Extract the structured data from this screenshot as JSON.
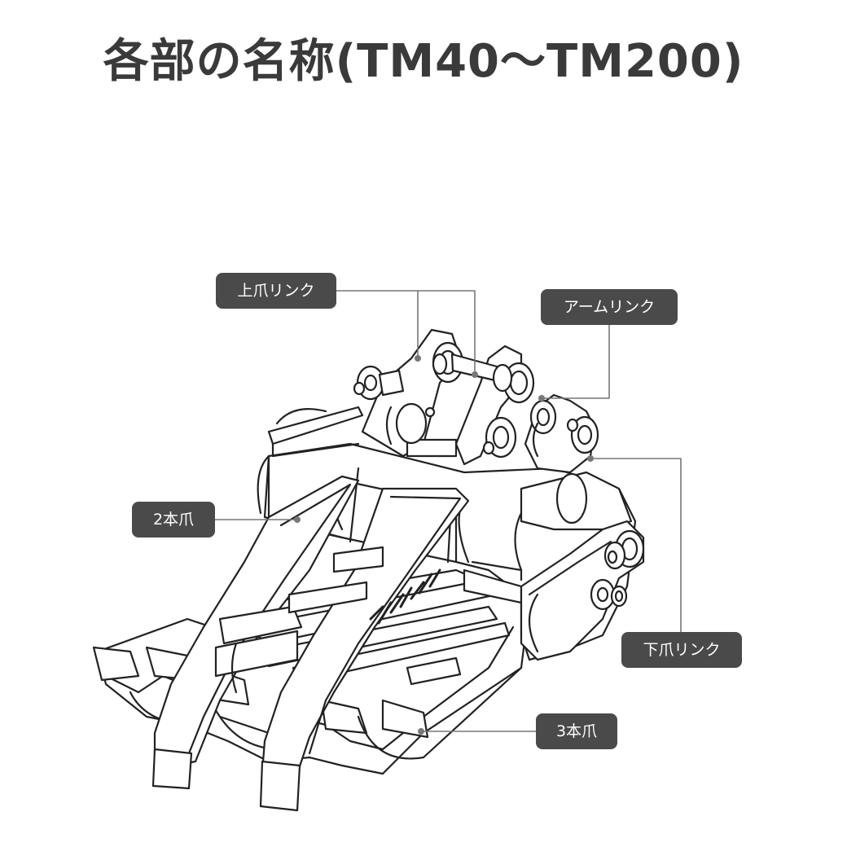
{
  "title": "各部の名称(TM40～TM200)",
  "labels": {
    "upper_claw_link": "上爪リンク",
    "arm_link": "アームリンク",
    "two_claw": "2本爪",
    "lower_claw_link": "下爪リンク",
    "three_claw": "3本爪"
  },
  "colors": {
    "label_bg": "#4a4a4a",
    "label_text": "#ffffff",
    "leader": "#777777",
    "title": "#3a3a3a"
  }
}
